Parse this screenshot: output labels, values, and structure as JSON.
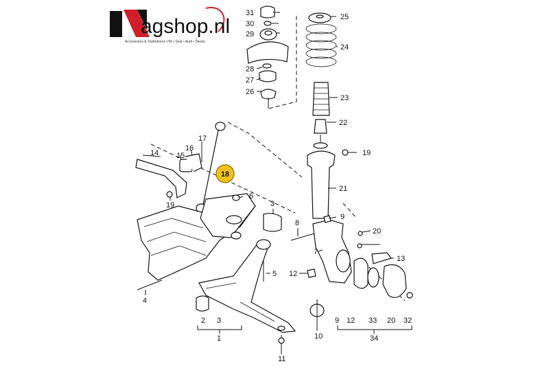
{
  "logo": {
    "brand_text": "agshop.nl",
    "tagline": "Accessoires & Toebehoren VW • Seat • Audi • Škoda",
    "accent_color": "#d01f2a"
  },
  "labels": {
    "p1": "1",
    "p2": "2",
    "p3a": "3",
    "p3b": "3",
    "p4": "4",
    "p5": "5",
    "p6": "6",
    "p7": "7",
    "p8": "8",
    "p9a": "9",
    "p9b": "9",
    "p10": "10",
    "p11": "11",
    "p12a": "12",
    "p12b": "12",
    "p13": "13",
    "p14": "14",
    "p15": "15",
    "p16": "16",
    "p17": "17",
    "p18": "18",
    "p19a": "19",
    "p19b": "19",
    "p20a": "20",
    "p20b": "20",
    "p21": "21",
    "p22": "22",
    "p23": "23",
    "p24": "24",
    "p25": "25",
    "p26": "26",
    "p27": "27",
    "p28": "28",
    "p29": "29",
    "p30": "30",
    "p31": "31",
    "p32": "32",
    "p33": "33",
    "p34": "34"
  },
  "highlight_color": "#f2c21b"
}
